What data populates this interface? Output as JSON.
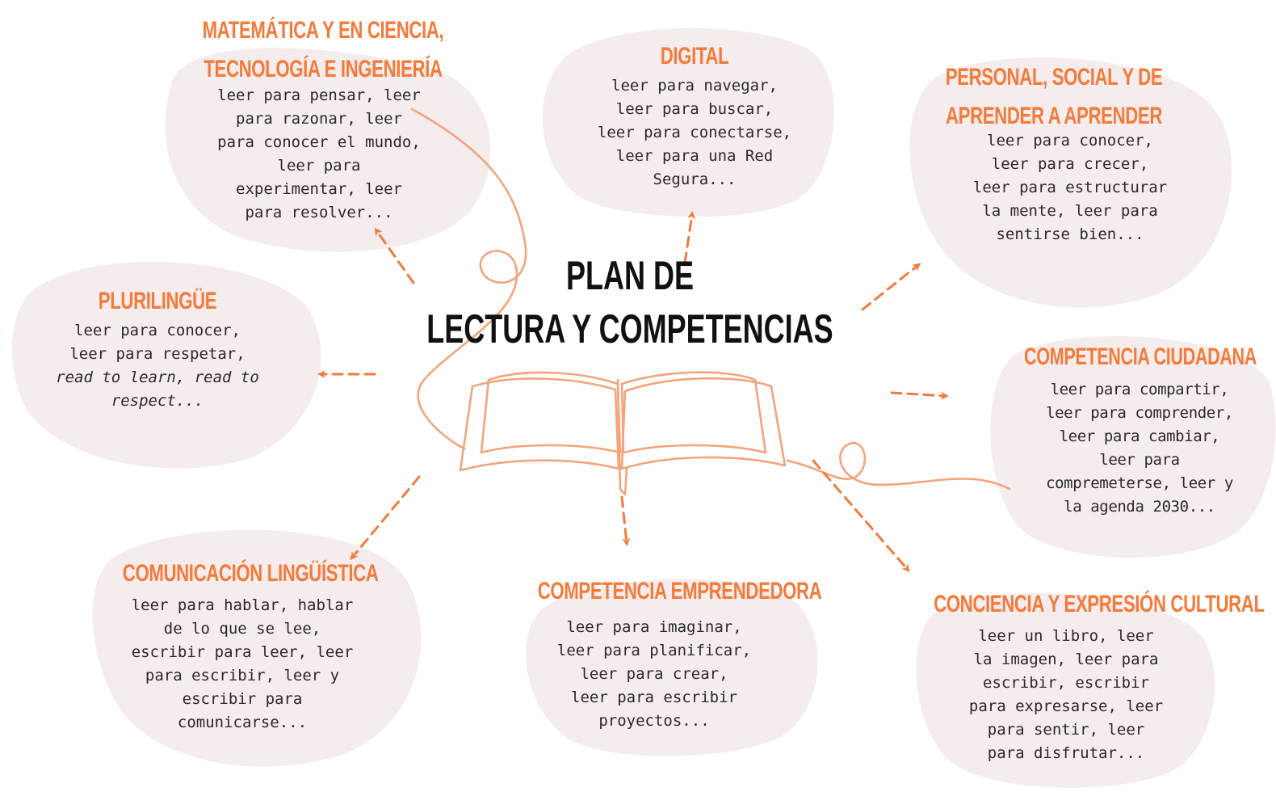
{
  "center": {
    "line1": "PLAN DE",
    "line2": "LECTURA Y COMPETENCIAS"
  },
  "colors": {
    "accent": "#f47a3a",
    "blob": "#f4eced",
    "text": "#2a2a2a"
  },
  "nodes": {
    "matematica": {
      "title": [
        "MATEMÁTICA Y EN CIENCIA,",
        "TECNOLOGÍA E INGENIERÍA"
      ],
      "body": [
        "leer para pensar, leer",
        "para razonar, leer",
        "para conocer el mundo,",
        "leer para",
        "experimentar, leer",
        "para  resolver..."
      ]
    },
    "digital": {
      "title": [
        "DIGITAL"
      ],
      "body": [
        "leer para navegar,",
        "leer para buscar,",
        "leer para conectarse,",
        "leer para una Red",
        "Segura..."
      ]
    },
    "personal": {
      "title": [
        "PERSONAL, SOCIAL Y DE",
        "APRENDER A APRENDER"
      ],
      "body": [
        "leer para conocer,",
        "leer para crecer,",
        "leer para estructurar",
        "la mente, leer para",
        "sentirse bien..."
      ]
    },
    "plurilingue": {
      "title": [
        "PLURILINGÜE"
      ],
      "body": [
        "leer para conocer,",
        "leer para respetar,",
        "read to learn, read to",
        "respect..."
      ]
    },
    "ciudadana": {
      "title": [
        "COMPETENCIA CIUDADANA"
      ],
      "body": [
        "leer para compartir,",
        "leer para comprender,",
        "leer para cambiar,",
        "leer para",
        "compremeterse, leer y",
        "la agenda 2030..."
      ]
    },
    "linguistica": {
      "title": [
        "COMUNICACIÓN LINGÜÍSTICA"
      ],
      "body": [
        "leer para hablar, hablar",
        "de lo que se lee,",
        "escribir para leer, leer",
        "para escribir, leer y",
        "escribir  para",
        "comunicarse..."
      ]
    },
    "emprendedora": {
      "title": [
        "COMPETENCIA EMPRENDEDORA"
      ],
      "body": [
        "leer para imaginar,",
        "leer para planificar,",
        "leer para crear,",
        "leer para escribir",
        "proyectos..."
      ]
    },
    "cultural": {
      "title": [
        "CONCIENCIA Y EXPRESIÓN CULTURAL"
      ],
      "body": [
        "leer un libro, leer",
        "la imagen, leer para",
        "escribir, escribir",
        "para expresarse, leer",
        "para sentir, leer",
        "para disfrutar..."
      ]
    }
  }
}
